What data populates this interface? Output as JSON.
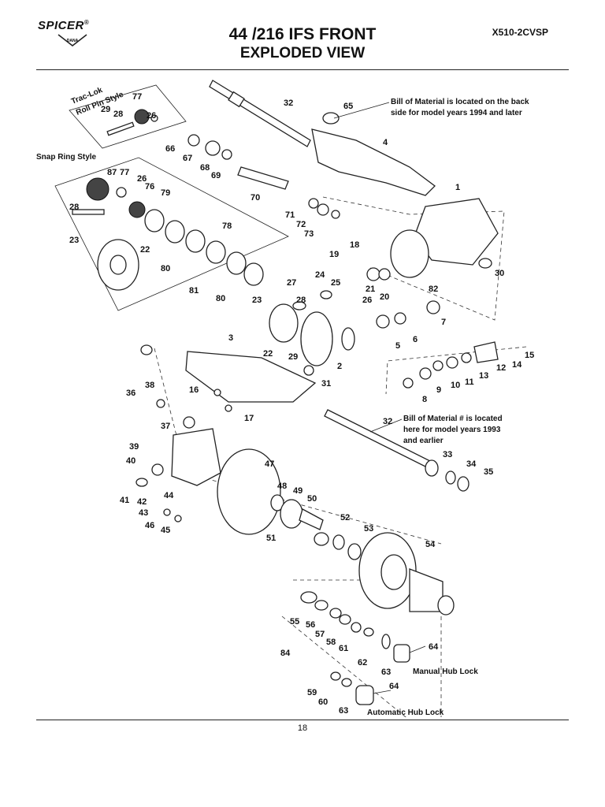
{
  "header": {
    "brand": "SPICER",
    "brand_mark": "®",
    "brand_sub": "DANA",
    "title_line1": "44 /216 IFS FRONT",
    "title_line2": "EXPLODED VIEW",
    "doc_number": "X510-2CVSP"
  },
  "footer": {
    "page_number": "18"
  },
  "notes": {
    "trac_lok_line1": "Trac-Lok",
    "trac_lok_line2": "Roll Pin Style",
    "snap_ring": "Snap Ring Style",
    "bom_back_line1": "Bill of Material is located on the back",
    "bom_back_line2": "side for model years 1994 and later",
    "bom_here_line1": "Bill of Material # is located",
    "bom_here_line2": "here for model years 1993",
    "bom_here_line3": "and earlier",
    "manual_hub": "Manual Hub Lock",
    "auto_hub": "Automatic Hub Lock"
  },
  "callouts": {
    "c1": "1",
    "c2": "2",
    "c3": "3",
    "c4": "4",
    "c5": "5",
    "c6": "6",
    "c7": "7",
    "c8": "8",
    "c9": "9",
    "c10": "10",
    "c11": "11",
    "c12": "12",
    "c13": "13",
    "c14": "14",
    "c15": "15",
    "c16": "16",
    "c17": "17",
    "c18": "18",
    "c19": "19",
    "c20": "20",
    "c21": "21",
    "c22": "22",
    "c22b": "22",
    "c23": "23",
    "c23b": "23",
    "c24": "24",
    "c25": "25",
    "c26": "26",
    "c26b": "26",
    "c26c": "26",
    "c27": "27",
    "c28": "28",
    "c28b": "28",
    "c28c": "28",
    "c29": "29",
    "c29b": "29",
    "c30": "30",
    "c31": "31",
    "c32": "32",
    "c32b": "32",
    "c33": "33",
    "c34": "34",
    "c35": "35",
    "c36": "36",
    "c37": "37",
    "c38": "38",
    "c39": "39",
    "c40": "40",
    "c41": "41",
    "c42": "42",
    "c43": "43",
    "c44": "44",
    "c45": "45",
    "c46": "46",
    "c47": "47",
    "c48": "48",
    "c49": "49",
    "c50": "50",
    "c51": "51",
    "c52": "52",
    "c53": "53",
    "c54": "54",
    "c55": "55",
    "c56": "56",
    "c57": "57",
    "c58": "58",
    "c59": "59",
    "c60": "60",
    "c61": "61",
    "c62": "62",
    "c63": "63",
    "c63b": "63",
    "c64": "64",
    "c64b": "64",
    "c65": "65",
    "c66": "66",
    "c67": "67",
    "c68": "68",
    "c69": "69",
    "c70": "70",
    "c71": "71",
    "c72": "72",
    "c73": "73",
    "c76": "76",
    "c77": "77",
    "c77b": "77",
    "c78": "78",
    "c79": "79",
    "c80": "80",
    "c80b": "80",
    "c81": "81",
    "c82": "82",
    "c84": "84",
    "c87": "87"
  }
}
